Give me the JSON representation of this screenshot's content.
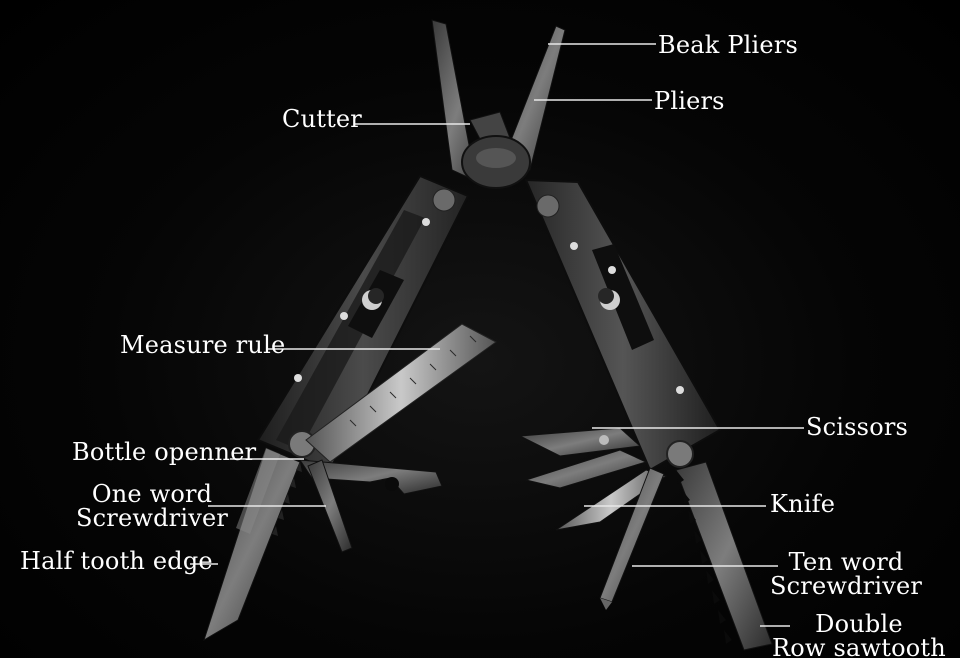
{
  "labels": {
    "beak_pliers": "Beak Pliers",
    "pliers": "Pliers",
    "cutter": "Cutter",
    "measure_rule": "Measure rule",
    "scissors": "Scissors",
    "bottle_opener": "Bottle openner",
    "one_word_line1": "One word",
    "one_word_line2": "Screwdriver",
    "knife": "Knife",
    "half_tooth_edge": "Half tooth edge",
    "ten_word_line1": "Ten word",
    "ten_word_line2": "Screwdriver",
    "double_line1": "Double",
    "double_line2": "Row sawtooth"
  },
  "colors": {
    "background": "#000000",
    "label_text": "#ffffff",
    "leader_line": "#e8e8e8",
    "metal_dark": "#2a2a2a",
    "metal_mid": "#5a5a5a",
    "metal_light": "#9a9a9a"
  }
}
